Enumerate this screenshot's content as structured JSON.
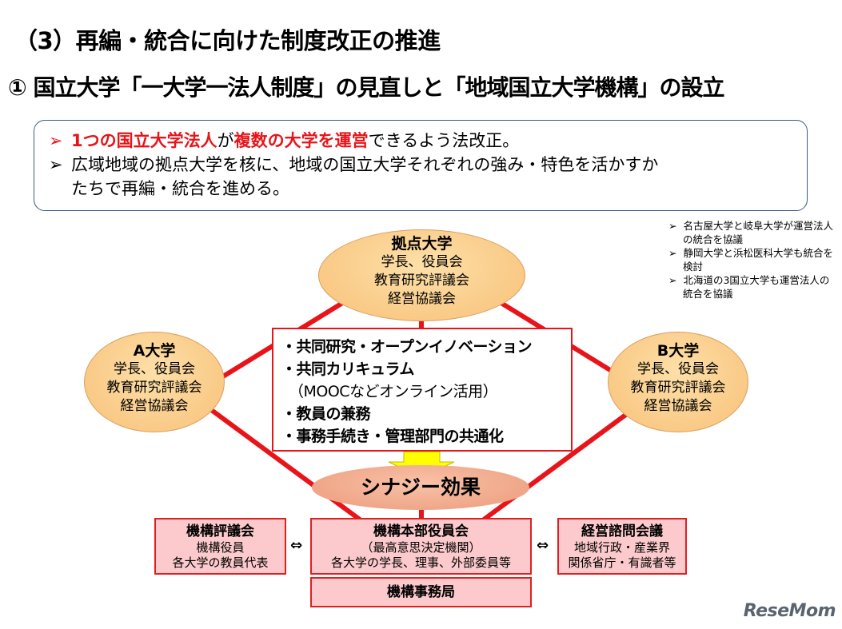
{
  "title": "（3）再編・統合に向けた制度改正の推進",
  "subtitle": "①  国立大学「一大学一法人制度」の見直しと「地域国立大学機構」の設立",
  "summary": {
    "bullet": "➢",
    "line1_red1": "1つの国立大学法人",
    "line1_mid": "が",
    "line1_red2": "複数の大学を運営",
    "line1_end": "できるよう法改正。",
    "line2a": "広域地域の拠点大学を核に、地域の国立大学それぞれの強み・特色を活かすか",
    "line2b": "たちで再編・統合を進める。"
  },
  "notes": [
    {
      "bullet": "➢",
      "text": "名古屋大学と岐阜大学が運営法人の統合を協議"
    },
    {
      "bullet": "➢",
      "text": "静岡大学と浜松医科大学も統合を検討"
    },
    {
      "bullet": "➢",
      "text": "北海道の3国立大学も運営法人の統合を協議"
    }
  ],
  "hub": {
    "name": "拠点大学",
    "lines": [
      "学長、役員会",
      "教育研究評議会",
      "経営協議会"
    ]
  },
  "univ_a": {
    "name": "A大学",
    "lines": [
      "学長、役員会",
      "教育研究評議会",
      "経営協議会"
    ]
  },
  "univ_b": {
    "name": "B大学",
    "lines": [
      "学長、役員会",
      "教育研究評議会",
      "経営協議会"
    ]
  },
  "collab": [
    "・共同研究・オープンイノベーション",
    "・共同カリキュラム",
    "　（MOOCなどオンライン活用）",
    "・教員の兼務",
    "・事務手続き・管理部門の共通化"
  ],
  "synergy": "シナジー効果",
  "council": {
    "name": "機構評議会",
    "lines": [
      "機構役員",
      "各大学の教員代表"
    ]
  },
  "board": {
    "name": "機構本部役員会",
    "lines": [
      "（最高意思決定機関）",
      "各大学の学長、理事、外部委員等"
    ]
  },
  "advisory": {
    "name": "経営諮問会議",
    "lines": [
      "地域行政・産業界",
      "関係省庁・有識者等"
    ]
  },
  "office": "機構事務局",
  "arrow": "⇔",
  "logo": "ReseMom",
  "colors": {
    "accent_red": "#e8141a",
    "ellipse": "#f8c078",
    "box_fill": "#fccacc",
    "frame": "#3b5c8a",
    "arrow_yellow": "#ffff00"
  }
}
